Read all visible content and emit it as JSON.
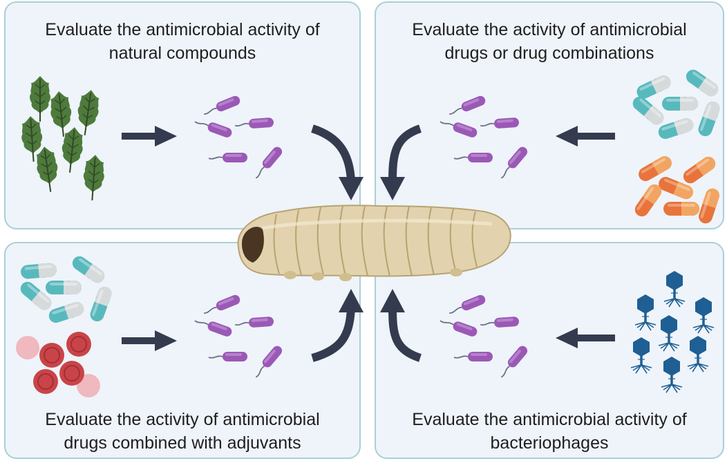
{
  "panels": {
    "top_left": {
      "caption_line1": "Evaluate the antimicrobial activity of",
      "caption_line2": "natural compounds",
      "icon": "plant-leaves-icon"
    },
    "top_right": {
      "caption_line1": "Evaluate the activity of antimicrobial",
      "caption_line2": "drugs or drug combinations",
      "icon": "capsules-icon"
    },
    "bottom_left": {
      "caption_line1": "Evaluate the activity of antimicrobial",
      "caption_line2": "drugs combined with adjuvants",
      "icon": "capsules-and-adjuvant-spheres-icon"
    },
    "bottom_right": {
      "caption_line1": "Evaluate the antimicrobial activity of",
      "caption_line2": "bacteriophages",
      "icon": "bacteriophage-icon"
    }
  },
  "center": {
    "icon": "wax-moth-larva-icon"
  },
  "colors": {
    "panel_background": "#eef4fa",
    "panel_border": "#a9cfd6",
    "arrow": "#353b4f",
    "bacteria": "#9b59b6",
    "leaf": "#4e7a3c",
    "capsule_teal": "#58b9bd",
    "capsule_orange": "#e8743b",
    "adjuvant_red": "#c94448",
    "phage": "#1f5f94",
    "larva": "#e2d3ae"
  }
}
